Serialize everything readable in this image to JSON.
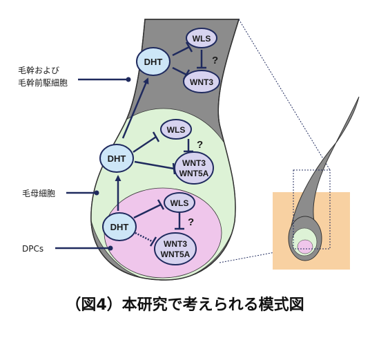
{
  "nodes": {
    "dht_top": "DHT",
    "wls_top": "WLS",
    "wnt3_top": "WNT3",
    "q_top": "?",
    "dht_mid": "DHT",
    "wls_mid": "WLS",
    "wnt_mid_1": "WNT3",
    "wnt_mid_2": "WNT5A",
    "q_mid": "?",
    "dht_bot": "DHT",
    "wls_bot": "WLS",
    "wnt_bot_1": "WNT3",
    "wnt_bot_2": "WNT5A",
    "q_bot": "?"
  },
  "labels": {
    "shaft_line1": "毛幹および",
    "shaft_line2": "毛幹前駆細胞",
    "matrix": "毛母細胞",
    "dpc": "DPCs"
  },
  "caption": "（図4）本研究で考えられる模式図",
  "colors": {
    "shaft_gray": "#8c8c8c",
    "matrix_green": "#ddf2d6",
    "dpc_pink": "#efc6eb",
    "node_fill": "#cde6f7",
    "node_wls_fill": "#d7d3ef",
    "node_stroke": "#1f2a5e",
    "arrow": "#1f2a5e",
    "skin": "#f8d1a2"
  }
}
